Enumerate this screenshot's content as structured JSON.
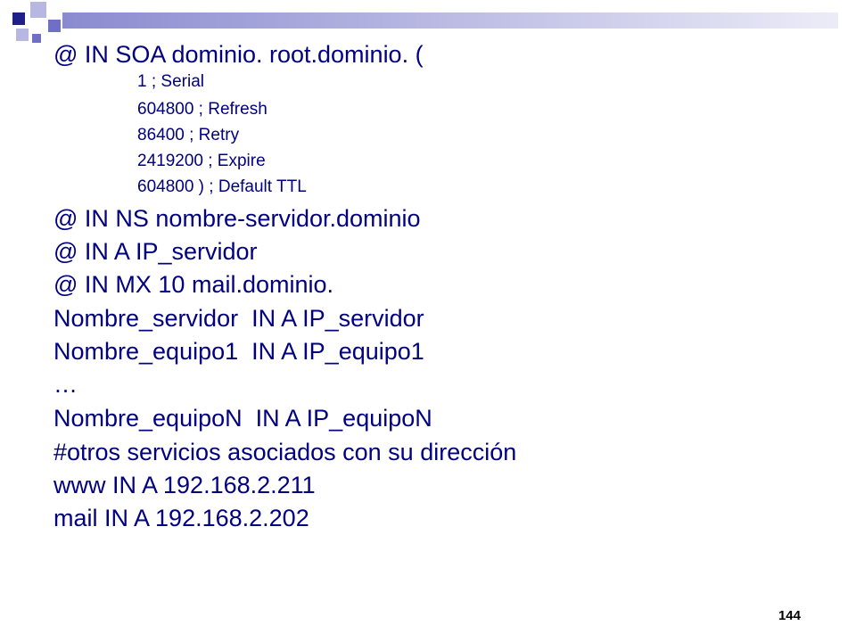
{
  "slide": {
    "lines_top": [
      {
        "name": "soa-record-line",
        "text": "@ IN SOA dominio. root.dominio. ("
      },
      {
        "name": "serial-line",
        "text": "1 ; Serial"
      },
      {
        "name": "refresh-line",
        "text": "604800 ; Refresh"
      },
      {
        "name": "retry-line",
        "text": "86400 ; Retry"
      },
      {
        "name": "expire-line",
        "text": "2419200 ; Expire"
      },
      {
        "name": "default-ttl-line",
        "text": "604800 ) ; Default TTL"
      },
      {
        "name": "ns-record-line",
        "text": "@ IN NS nombre-servidor.dominio"
      },
      {
        "name": "a-record-line",
        "text": "@ IN A IP_servidor"
      },
      {
        "name": "mx-record-line",
        "text": "@ IN MX 10 mail.dominio."
      },
      {
        "name": "servidor-record-line",
        "text": "Nombre_servidor  IN A IP_servidor"
      },
      {
        "name": "equipo1-record-line",
        "text": "Nombre_equipo1  IN A IP_equipo1"
      },
      {
        "name": "ellipsis-line",
        "text": "…"
      },
      {
        "name": "equipon-record-line",
        "text": "Nombre_equipoN  IN A IP_equipoN"
      },
      {
        "name": "comment-line",
        "text": "#otros servicios asociados con su dirección"
      },
      {
        "name": "www-record-line",
        "text": "www IN A 192.168.2.211"
      },
      {
        "name": "mail-record-line",
        "text": "mail IN A 192.168.2.202"
      }
    ],
    "page_number": "144"
  },
  "colors": {
    "text": "#000080",
    "deco_dark": "#1f1f8a",
    "deco_mid": "#6f6fc6",
    "deco_light": "#b7b7e2",
    "bar_start": "#8a8ad0",
    "bar_end": "#ececf8"
  }
}
